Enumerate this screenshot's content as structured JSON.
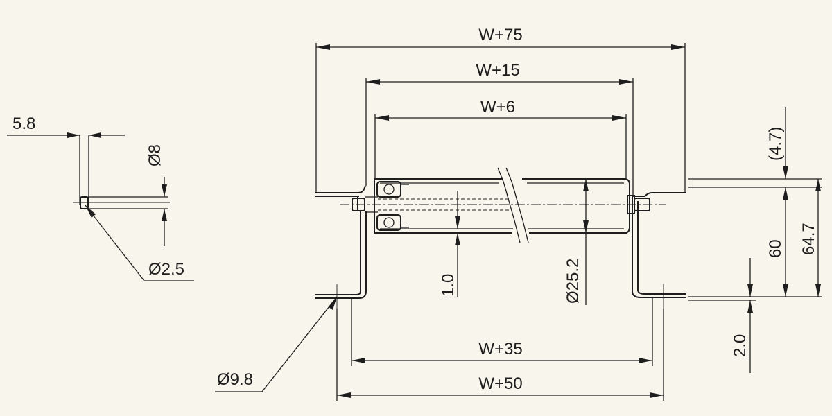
{
  "dimensions": {
    "w75": "W+75",
    "w15": "W+15",
    "w6": "W+6",
    "w35": "W+35",
    "w50": "W+50",
    "d58": "5.8",
    "phi8": "Ø8",
    "phi25": "Ø2.5",
    "phi98": "Ø9.8",
    "d10": "1.0",
    "phi252": "Ø25.2",
    "d47": "(4.7)",
    "d60": "60",
    "d647": "64.7",
    "d20": "2.0"
  },
  "colors": {
    "background": "#f8f5ec",
    "ink": "#1e1e1e"
  }
}
